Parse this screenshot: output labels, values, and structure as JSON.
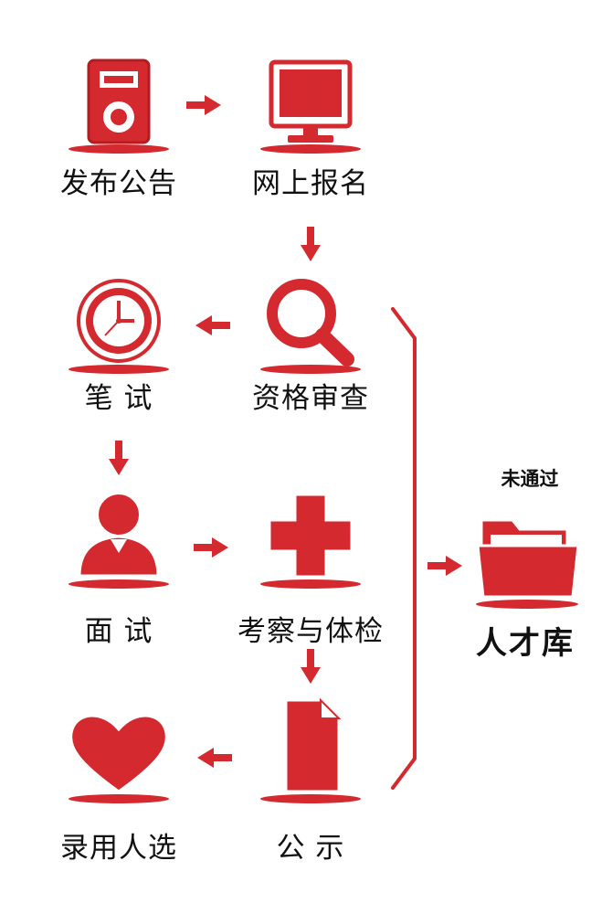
{
  "accent_color": "#d42a2f",
  "steps": [
    {
      "label": "发布公告",
      "icon": "mp3-player-icon"
    },
    {
      "label": "网上报名",
      "icon": "computer-monitor-icon"
    },
    {
      "label": "资格审查",
      "icon": "magnifying-glass-icon"
    },
    {
      "label": "笔 试",
      "icon": "clock-icon"
    },
    {
      "label": "面 试",
      "icon": "person-icon"
    },
    {
      "label": "考察与体检",
      "icon": "medical-cross-icon"
    },
    {
      "label": "公 示",
      "icon": "document-icon"
    },
    {
      "label": "录用人选",
      "icon": "heart-icon"
    }
  ],
  "talent_pool": {
    "note": "未通过",
    "label": "人才库",
    "icon": "folder-icon"
  }
}
